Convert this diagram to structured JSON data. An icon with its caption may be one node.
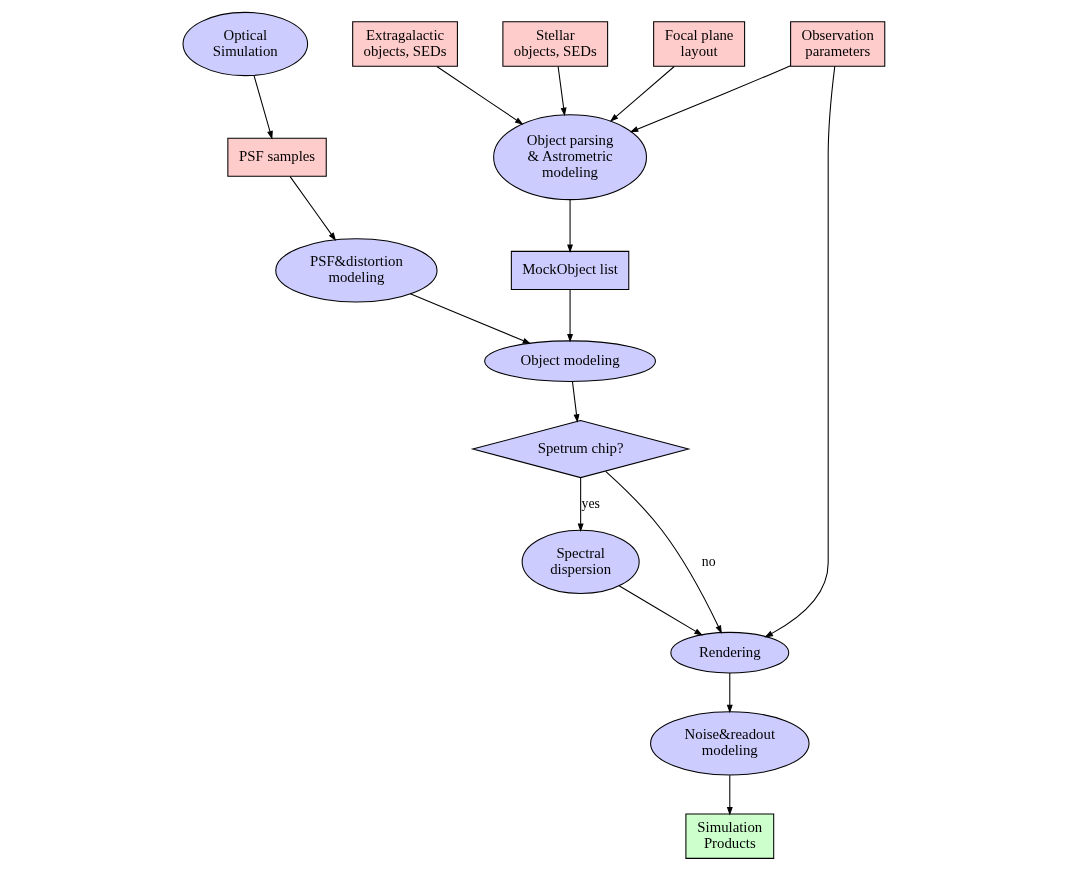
{
  "diagram": {
    "nodes": [
      {
        "text": [
          "Optical Simulation"
        ]
      },
      {
        "text": [
          "PSF samples"
        ]
      },
      {
        "text": [
          "Extragalactic objects, SEDs"
        ]
      },
      {
        "text": [
          "Stellar objects, SEDs"
        ]
      },
      {
        "text": [
          "PSF&distortion modeling"
        ]
      },
      {
        "text": [
          "Object parsing & Astrometric modeling"
        ]
      },
      {
        "text": [
          "MockObject list"
        ]
      },
      {
        "text": [
          "Object modeling"
        ]
      },
      {
        "text": [
          "Focal plane layout"
        ]
      },
      {
        "text": [
          "Observation parameters"
        ]
      },
      {
        "text": [
          "Spetrum chip?"
        ]
      },
      {
        "text": [
          "Simulation Products"
        ]
      },
      {
        "text": [
          "Noise&readout modeling"
        ]
      },
      {
        "text": [
          "Rendering"
        ]
      },
      {
        "text": [
          "Spectral dispersion"
        ]
      }
    ],
    "edges": [
      {
        "from": 0,
        "to": 1,
        "arrow": "to"
      },
      {
        "from": 1,
        "to": 4,
        "arrow": "to"
      },
      {
        "from": 4,
        "to": 7,
        "arrow": "to"
      },
      {
        "from": 2,
        "to": 5,
        "arrow": "to"
      },
      {
        "from": 3,
        "to": 5,
        "arrow": "to"
      },
      {
        "from": 8,
        "to": 5,
        "arrow": "to"
      },
      {
        "from": 9,
        "to": 5,
        "arrow": "to"
      },
      {
        "from": 5,
        "to": 6,
        "arrow": "to"
      },
      {
        "from": 6,
        "to": 7,
        "arrow": "to"
      },
      {
        "from": 7,
        "to": 10,
        "arrow": "to"
      },
      {
        "from": 10,
        "to": 13,
        "arrow": "to",
        "label": "no"
      },
      {
        "from": 9,
        "to": 13,
        "arrow": "to"
      },
      {
        "from": 10,
        "to": 14,
        "arrow": "to",
        "label": "yes"
      },
      {
        "from": 14,
        "to": 13,
        "arrow": "to"
      },
      {
        "from": 13,
        "to": 12,
        "arrow": "to"
      },
      {
        "from": 12,
        "to": 11,
        "arrow": "to"
      }
    ]
  }
}
